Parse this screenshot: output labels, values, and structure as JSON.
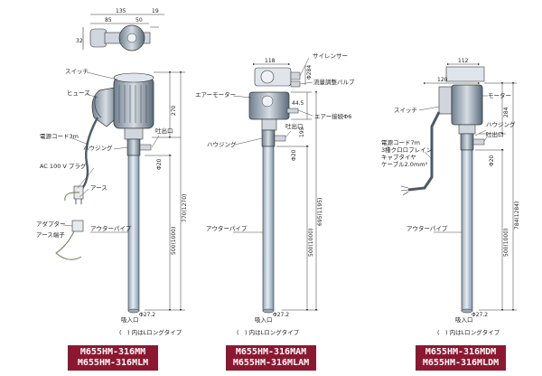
{
  "colors": {
    "accent": "#8b1830",
    "pipe": "#b9c6d2",
    "line": "#333333"
  },
  "pump1": {
    "dims": {
      "top_total": "135",
      "top_small": "19",
      "top_a": "85",
      "top_b": "50",
      "side_32": "32",
      "height_270": "270",
      "height_770": "770(1270)",
      "height_500": "500(1000)"
    },
    "labels": {
      "switch": "スイッチ",
      "fuse": "ヒューズ",
      "cord": "電源コード3m",
      "housing": "ハウジング",
      "outlet": "吐出口",
      "phi20": "Φ20",
      "plug": "AC 100 V プラグ",
      "earth": "アース",
      "adapter": "アダプター",
      "earth_terminal": "アース端子",
      "outer_pipe": "アウターパイプ",
      "phi27": "Φ27.2",
      "inlet": "吸入口"
    },
    "note": "(　) 内はLロングタイプ",
    "models": [
      "M655HM-316MM",
      "M655HM-316MLM"
    ]
  },
  "pump2": {
    "dims": {
      "top_118": "118",
      "side_284": "Φ284",
      "d_445": "44.5",
      "d_195": "195",
      "height_695": "695(1195)",
      "height_500": "500(1000)"
    },
    "labels": {
      "silencer": "サイレンサー",
      "flow_valve": "流量調整バルブ",
      "air_motor": "エアーモーター",
      "air_joint": "エアー接続Φ6",
      "housing": "ハウジング",
      "outlet": "吐出口",
      "phi20": "Φ20",
      "outer_pipe": "アウターパイプ",
      "phi27": "Φ27.2",
      "inlet": "吸入口"
    },
    "note": "(　) 内はLロングタイプ",
    "models": [
      "M655HM-316MAM",
      "M655HM-316MLAM"
    ]
  },
  "pump3": {
    "dims": {
      "top_112": "112",
      "d_120": "120",
      "height_284": "284",
      "height_784": "784(1284)",
      "height_500": "500(1000)"
    },
    "labels": {
      "switch": "スイッチ",
      "motor": "モーター",
      "cord_line1": "電源コード7m",
      "cord_line2": "3種クロロプレイン",
      "cord_line3": "キャブタイヤ",
      "cord_line4": "ケーブル2.0mm²",
      "housing": "ハウジング",
      "outlet": "吐出口",
      "phi20": "Φ20",
      "outer_pipe": "アウターパイプ",
      "phi27": "Φ27.2",
      "inlet": "吸入口"
    },
    "note": "(　) 内はLロングタイプ",
    "models": [
      "M655HM-316MDM",
      "M655HM-316MLDM"
    ]
  }
}
